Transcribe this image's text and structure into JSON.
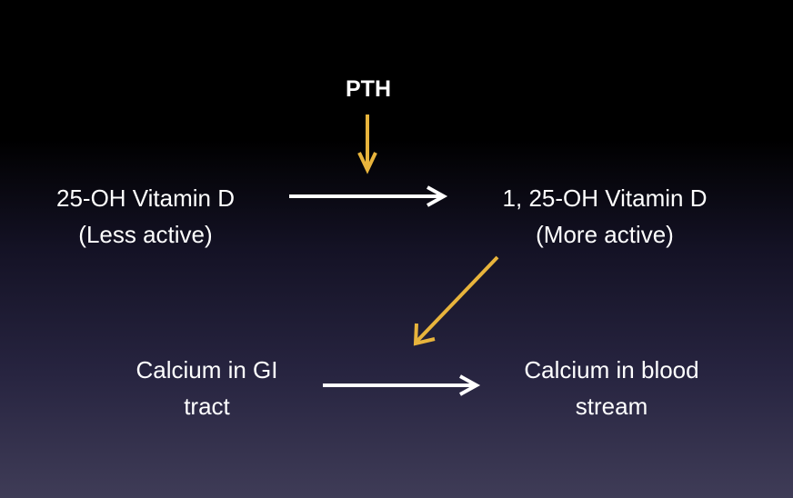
{
  "pth": "PTH",
  "node_25oh": {
    "line1": "25-OH Vitamin D",
    "line2": "(Less active)"
  },
  "node_1_25oh": {
    "line1": "1, 25-OH Vitamin D",
    "line2": "(More active)"
  },
  "node_gi": {
    "line1": "Calcium in GI",
    "line2": "tract"
  },
  "node_blood": {
    "line1": "Calcium in blood",
    "line2": "stream"
  },
  "colors": {
    "accent_arrow": "#E8B43C",
    "arrow": "#FFFFFF"
  }
}
